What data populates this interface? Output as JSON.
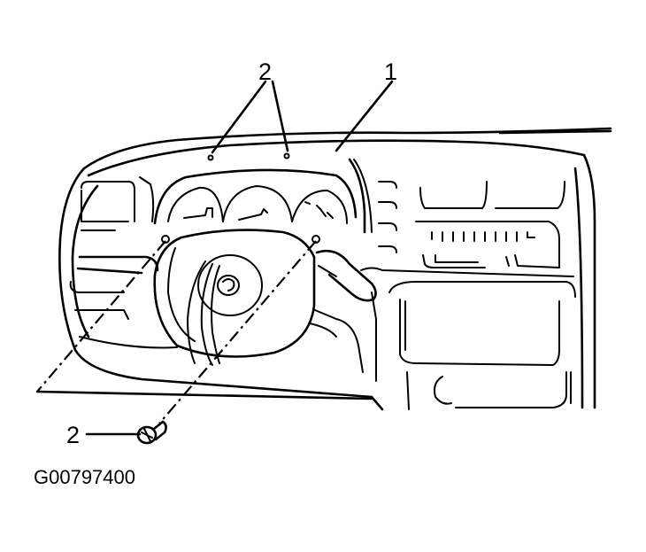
{
  "figure_id": "G00797400",
  "callouts": {
    "instrument_panel_number": "1",
    "screw_top_number": "2",
    "screw_bottom_number": "2"
  }
}
